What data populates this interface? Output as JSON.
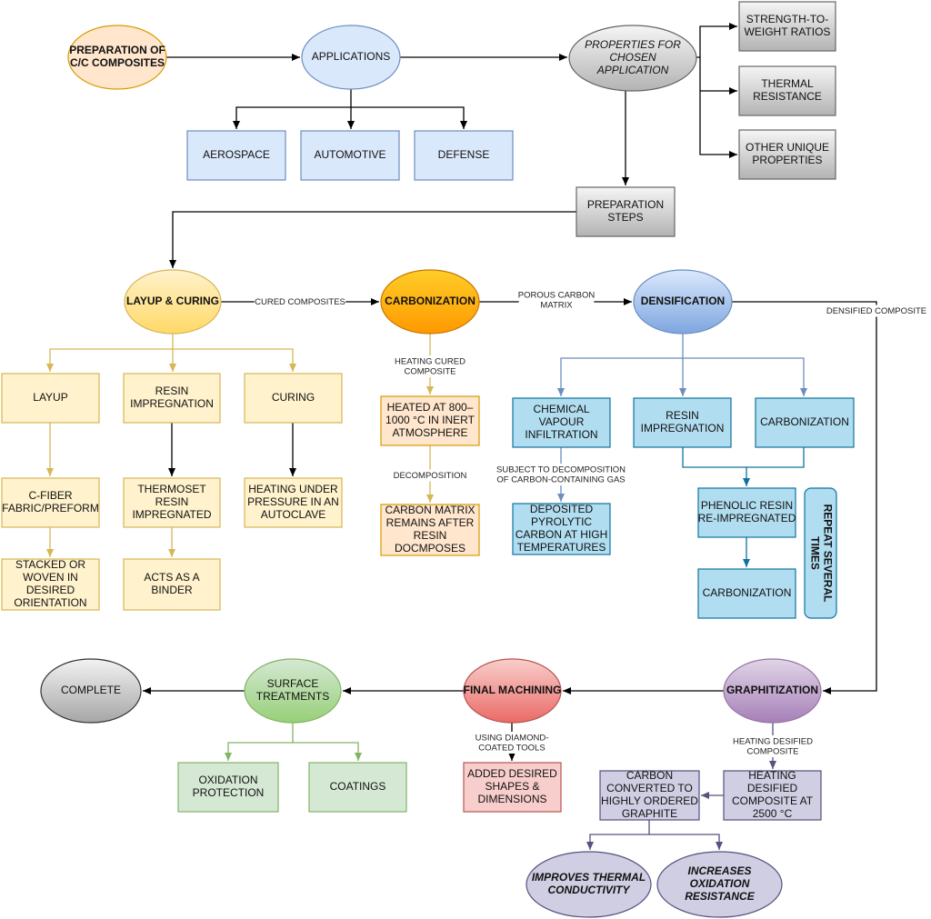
{
  "colors": {
    "orange_fill": "#ffe6cc",
    "orange_stroke": "#d79b00",
    "blue_fill": "#dae8fc",
    "blue_stroke": "#6c8ebf",
    "gray_fill": "#e0e0e0",
    "gray_stroke": "#666666",
    "yellow_fill": "#fff2cc",
    "yellow_stroke": "#d6b656",
    "amber_fill": "#ffa500",
    "amber_stroke": "#c77700",
    "cyan_fill": "#b1ddf0",
    "cyan_stroke": "#10739e",
    "green_fill": "#d5e8d4",
    "green_stroke": "#82b366",
    "red_fill": "#f8cecc",
    "red_stroke": "#b85450",
    "purple_fill": "#d0cee2",
    "purple_stroke": "#56517e"
  },
  "nodes": {
    "preparation_cc": [
      "PREPARATION OF",
      "C/C COMPOSITES"
    ],
    "applications": [
      "APPLICATIONS"
    ],
    "properties": [
      "PROPERTIES FOR",
      "CHOSEN",
      "APPLICATION"
    ],
    "strength": [
      "STRENGTH-TO-",
      "WEIGHT RATIOS"
    ],
    "thermal": [
      "THERMAL",
      "RESISTANCE"
    ],
    "other_props": [
      "OTHER UNIQUE",
      "PROPERTIES"
    ],
    "aerospace": [
      "AEROSPACE"
    ],
    "automotive": [
      "AUTOMOTIVE"
    ],
    "defense": [
      "DEFENSE"
    ],
    "prep_steps": [
      "PREPARATION",
      "STEPS"
    ],
    "layup_curing": [
      "LAYUP & CURING"
    ],
    "carbonization_main": [
      "CARBONIZATION"
    ],
    "densification": [
      "DENSIFICATION"
    ],
    "layup": [
      "LAYUP"
    ],
    "resin_imp": [
      "RESIN",
      "IMPREGNATION"
    ],
    "curing": [
      "CURING"
    ],
    "cfiber": [
      "C-FIBER",
      "FABRIC/PREFORM"
    ],
    "thermoset": [
      "THERMOSET",
      "RESIN",
      "IMPREGNATED"
    ],
    "heating_pressure": [
      "HEATING UNDER",
      "PRESSURE IN AN",
      "AUTOCLAVE"
    ],
    "stacked": [
      "STACKED OR",
      "WOVEN IN",
      "DESIRED",
      "ORIENTATION"
    ],
    "binder": [
      "ACTS AS A",
      "BINDER"
    ],
    "heated_800": [
      "HEATED AT 800–",
      "1000 °C IN INERT",
      "ATMOSPHERE"
    ],
    "carbon_matrix": [
      "CARBON MATRIX",
      "REMAINS AFTER",
      "RESIN",
      "DOCMPOSES"
    ],
    "cvi": [
      "CHEMICAL",
      "VAPOUR",
      "INFILTRATION"
    ],
    "deposited": [
      "DEPOSITED",
      "PYROLYTIC",
      "CARBON AT HIGH",
      "TEMPERATURES"
    ],
    "d_resin_imp": [
      "RESIN",
      "IMPREGNATION"
    ],
    "d_carbonization": [
      "CARBONIZATION"
    ],
    "phenolic": [
      "PHENOLIC RESIN",
      "RE-IMPREGNATED"
    ],
    "d_carbonization2": [
      "CARBONIZATION"
    ],
    "repeat": [
      "REPEAT SEVERAL",
      "TIMES"
    ],
    "complete": [
      "COMPLETE"
    ],
    "surface": [
      "SURFACE",
      "TREATMENTS"
    ],
    "final_machining": [
      "FINAL MACHINING"
    ],
    "graphitization": [
      "GRAPHITIZATION"
    ],
    "oxidation_prot": [
      "OXIDATION",
      "PROTECTION"
    ],
    "coatings": [
      "COATINGS"
    ],
    "added_shapes": [
      "ADDED DESIRED",
      "SHAPES &",
      "DIMENSIONS"
    ],
    "carbon_converted": [
      "CARBON",
      "CONVERTED TO",
      "HIGHLY ORDERED",
      "GRAPHITE"
    ],
    "heating_2500": [
      "HEATING",
      "DESIFIED",
      "COMPOSITE AT",
      "2500 °C"
    ],
    "improves": [
      "IMPROVES THERMAL",
      "CONDUCTIVITY"
    ],
    "increases": [
      "INCREASES",
      "OXIDATION",
      "RESISTANCE"
    ]
  },
  "edge_labels": {
    "cured_composites": [
      "CURED COMPOSITES"
    ],
    "porous": [
      "POROUS CARBON",
      "MATRIX"
    ],
    "densified": [
      "DENSIFIED COMPOSITE"
    ],
    "heating_cured": [
      "HEATING CURED",
      "COMPOSITE"
    ],
    "decomposition": [
      "DECOMPOSITION"
    ],
    "subject": [
      "SUBJECT TO DECOMPOSITION",
      "OF CARBON-CONTAINING GAS"
    ],
    "diamond": [
      "USING DIAMOND-",
      "COATED TOOLS"
    ],
    "heating_desified": [
      "HEATING DESIFIED",
      "COMPOSITE"
    ]
  }
}
